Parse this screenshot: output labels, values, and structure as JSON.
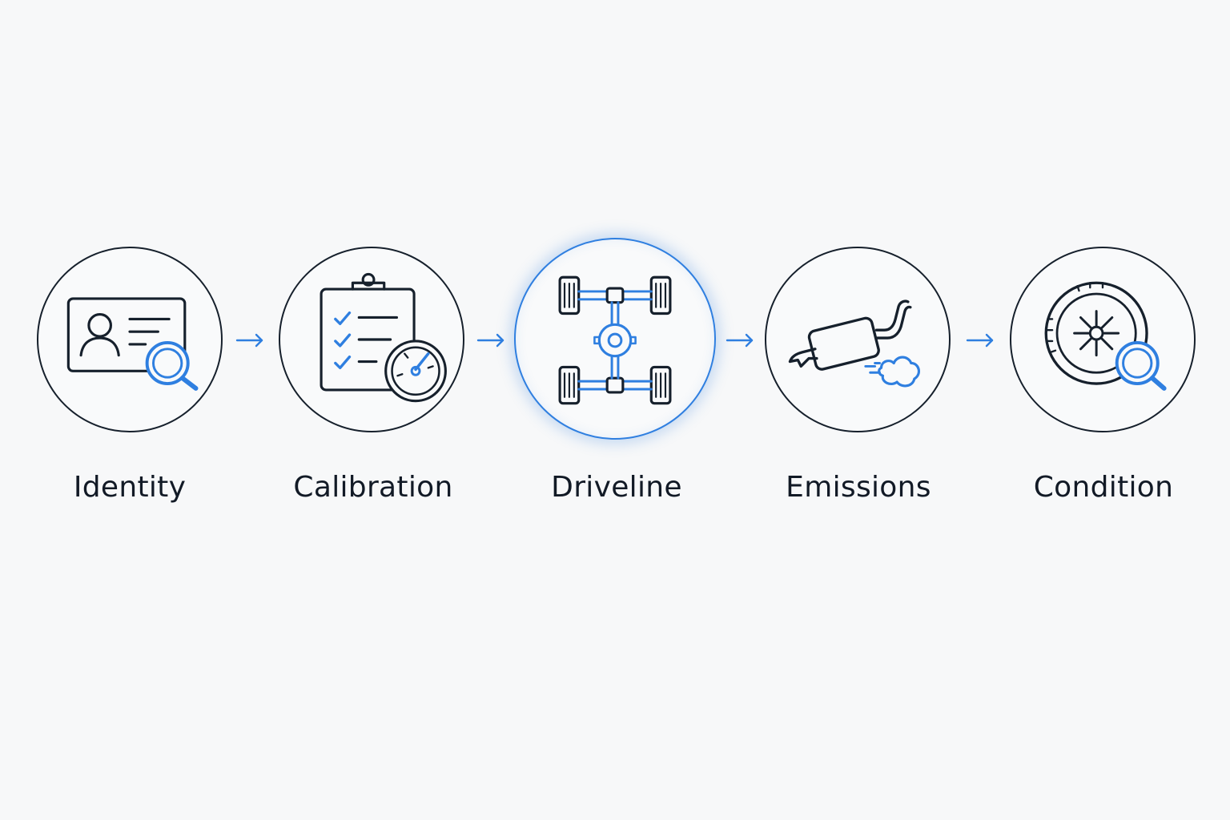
{
  "steps": [
    {
      "label": "Identity",
      "icon": "id-card-search-icon",
      "active": false
    },
    {
      "label": "Calibration",
      "icon": "clipboard-gauge-icon",
      "active": false
    },
    {
      "label": "Driveline",
      "icon": "chassis-driveline-icon",
      "active": true
    },
    {
      "label": "Emissions",
      "icon": "exhaust-muffler-icon",
      "active": false
    },
    {
      "label": "Condition",
      "icon": "tire-search-icon",
      "active": false
    }
  ],
  "colors": {
    "stroke": "#16202c",
    "accent": "#2f7fe0",
    "background": "#f7f8f9"
  }
}
